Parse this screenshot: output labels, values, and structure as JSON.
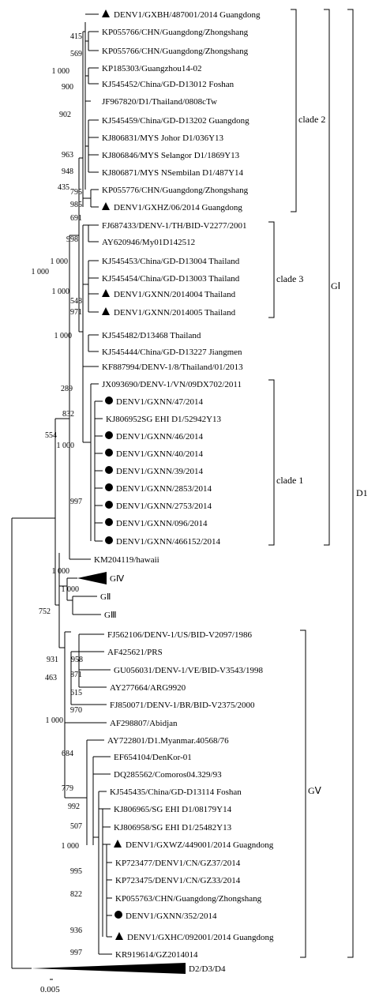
{
  "taxa": [
    {
      "label": "DENV1/GXBH/487001/2014 Guangdong",
      "marker": "triangle"
    },
    {
      "label": "KP055766/CHN/Guangdong/Zhongshang",
      "marker": "none"
    },
    {
      "label": "KP055766/CHN/Guangdong/Zhongshang",
      "marker": "none"
    },
    {
      "label": "KP185303/Guangzhou14-02",
      "marker": "none"
    },
    {
      "label": "KJ545452/China/GD-D13012 Foshan",
      "marker": "none"
    },
    {
      "label": "JF967820/D1/Thailand/0808cTw",
      "marker": "none"
    },
    {
      "label": "KJ545459/China/GD-D13202 Guangdong",
      "marker": "none"
    },
    {
      "label": "KJ806831/MYS Johor D1/036Y13",
      "marker": "none"
    },
    {
      "label": "KJ806846/MYS Selangor D1/1869Y13",
      "marker": "none"
    },
    {
      "label": "KJ806871/MYS NSembilan D1/487Y14",
      "marker": "none"
    },
    {
      "label": "KP055776/CHN/Guangdong/Zhongshang",
      "marker": "none"
    },
    {
      "label": "DENV1/GXHZ/06/2014 Guangdong",
      "marker": "triangle"
    },
    {
      "label": "FJ687433/DENV-1/TH/BID-V2277/2001",
      "marker": "none"
    },
    {
      "label": "AY620946/My01D142512",
      "marker": "none"
    },
    {
      "label": "KJ545453/China/GD-D13004 Thailand",
      "marker": "none"
    },
    {
      "label": "KJ545454/China/GD-D13003 Thailand",
      "marker": "none"
    },
    {
      "label": "DENV1/GXNN/2014004 Thailand",
      "marker": "triangle"
    },
    {
      "label": "DENV1/GXNN/2014005 Thailand",
      "marker": "triangle"
    },
    {
      "label": "KJ545482/D13468 Thailand",
      "marker": "none"
    },
    {
      "label": "KJ545444/China/GD-D13227 Jiangmen",
      "marker": "none"
    },
    {
      "label": "KF887994/DENV-1/8/Thailand/01/2013",
      "marker": "none"
    },
    {
      "label": "JX093690/DENV-1/VN/09DX702/2011",
      "marker": "none"
    },
    {
      "label": "DENV1/GXNN/47/2014",
      "marker": "circle"
    },
    {
      "label": "KJ806952SG EHI D1/52942Y13",
      "marker": "none"
    },
    {
      "label": "DENV1/GXNN/46/2014",
      "marker": "circle"
    },
    {
      "label": "DENV1/GXNN/40/2014",
      "marker": "circle"
    },
    {
      "label": "DENV1/GXNN/39/2014",
      "marker": "circle"
    },
    {
      "label": "DENV1/GXNN/2853/2014",
      "marker": "circle"
    },
    {
      "label": "DENV1/GXNN/2753/2014",
      "marker": "circle"
    },
    {
      "label": "DENV1/GXNN/096/2014",
      "marker": "circle"
    },
    {
      "label": "DENV1/GXNN/466152/2014",
      "marker": "circle"
    },
    {
      "label": "KM204119/hawaii",
      "marker": "none"
    }
  ],
  "taxa2": [
    {
      "label": "FJ562106/DENV-1/US/BID-V2097/1986",
      "marker": "none"
    },
    {
      "label": "AF425621/PRS",
      "marker": "none"
    },
    {
      "label": "GU056031/DENV-1/VE/BID-V3543/1998",
      "marker": "none"
    },
    {
      "label": "AY277664/ARG9920",
      "marker": "none"
    },
    {
      "label": "FJ850071/DENV-1/BR/BID-V2375/2000",
      "marker": "none"
    },
    {
      "label": "AF298807/Abidjan",
      "marker": "none"
    },
    {
      "label": "AY722801/D1.Myanmar.40568/76",
      "marker": "none"
    },
    {
      "label": "EF654104/DenKor-01",
      "marker": "none"
    },
    {
      "label": "DQ285562/Comoros04.329/93",
      "marker": "none"
    },
    {
      "label": "KJ545435/China/GD-D13114 Foshan",
      "marker": "none"
    },
    {
      "label": "KJ806965/SG EHI D1/08179Y14",
      "marker": "none"
    },
    {
      "label": "KJ806958/SG EHI D1/25482Y13",
      "marker": "none"
    },
    {
      "label": "DENV1/GXWZ/449001/2014 Guagndong",
      "marker": "triangle"
    },
    {
      "label": "KP723477/DENV1/CN/GZ37/2014",
      "marker": "none"
    },
    {
      "label": "KP723475/DENV1/CN/GZ33/2014",
      "marker": "none"
    },
    {
      "label": "KP055763/CHN/Guangdong/Zhongshang",
      "marker": "none"
    },
    {
      "label": "DENV1/GXNN/352/2014",
      "marker": "circle"
    },
    {
      "label": "DENV1/GXHC/092001/2014 Guangdong",
      "marker": "triangle"
    },
    {
      "label": "KR919614/GZ2014014",
      "marker": "none"
    }
  ],
  "collapsed": {
    "g4": "GⅣ",
    "g2": "GⅡ",
    "g3": "GⅢ",
    "outgroup": "D2/D3/D4"
  },
  "bootstrap": [
    "415",
    "569",
    "1 000",
    "900",
    "902",
    "963",
    "948",
    "435",
    "795",
    "985",
    "691",
    "998",
    "1 000",
    "1 000",
    "1 000",
    "548",
    "971",
    "1 000",
    "289",
    "832",
    "554",
    "1 000",
    "997",
    "1 000",
    "1 000",
    "752",
    "931",
    "958",
    "871",
    "615",
    "463",
    "970",
    "1 000",
    "684",
    "779",
    "992",
    "507",
    "1 000",
    "995",
    "822",
    "936",
    "997"
  ],
  "clades": {
    "clade2": "clade 2",
    "clade3": "clade 3",
    "clade1": "clade 1",
    "g1": "GⅠ",
    "g5": "GⅤ",
    "d1": "D1"
  },
  "scale": {
    "label": "0.005"
  }
}
